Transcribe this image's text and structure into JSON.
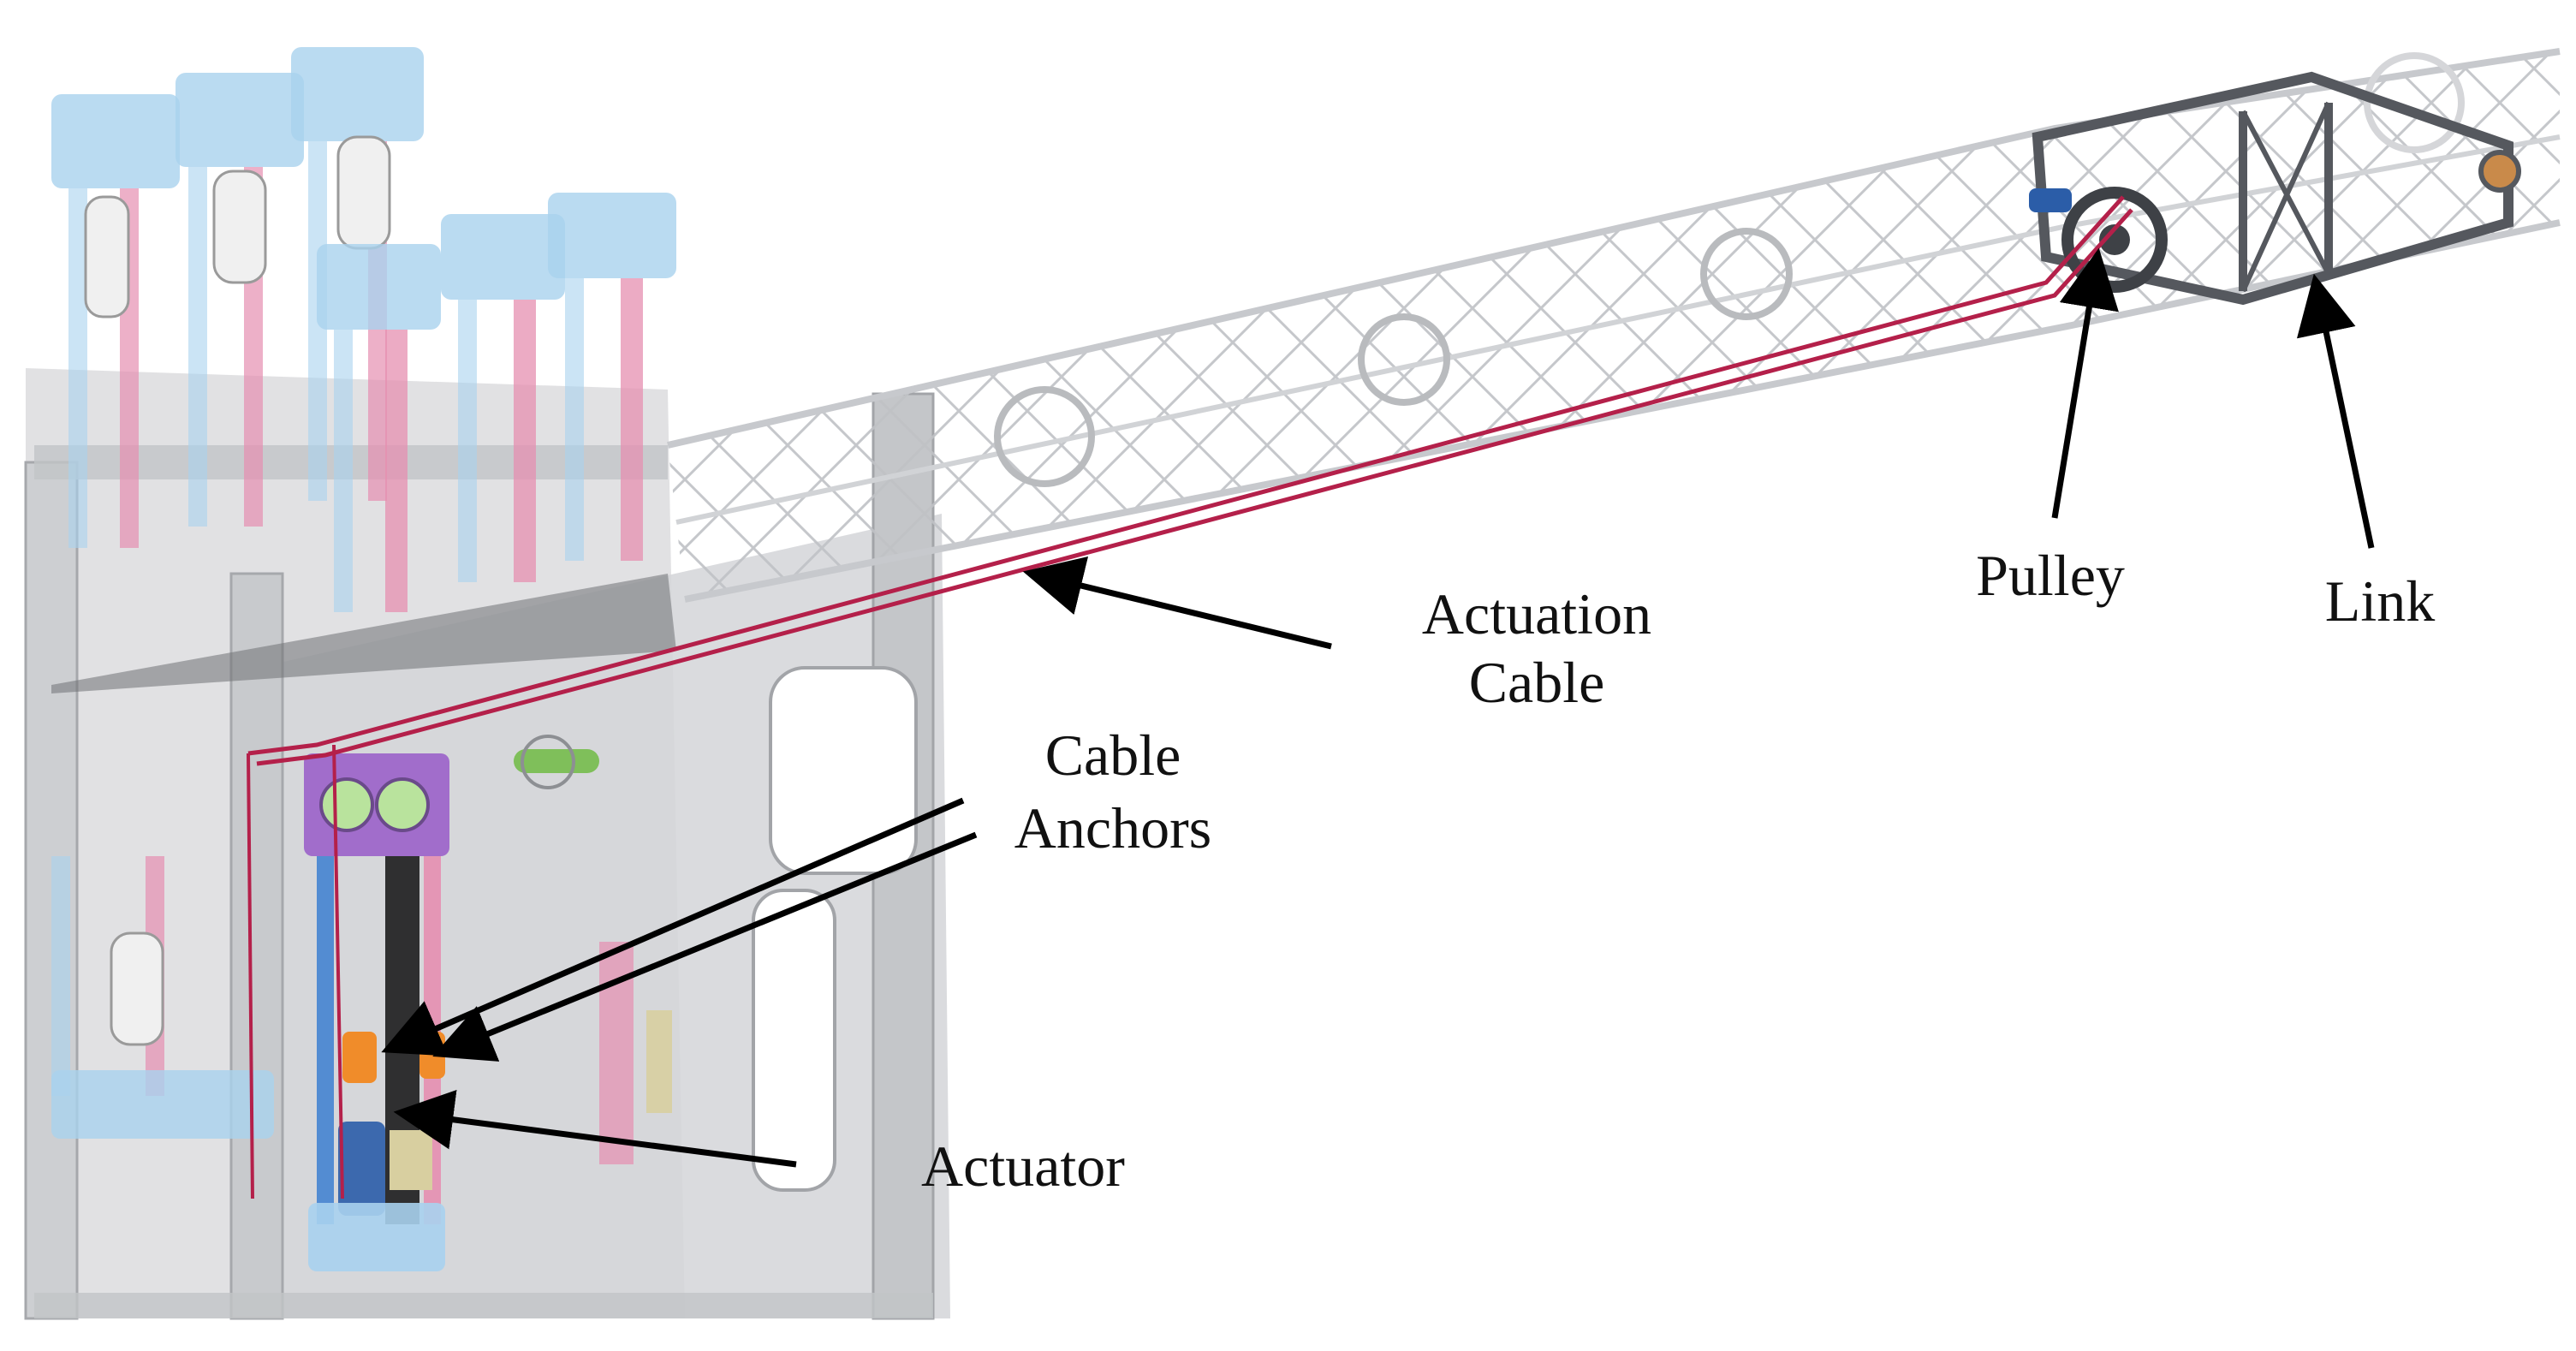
{
  "colors": {
    "background": "#ffffff",
    "frame_gray": "#c9c9cb",
    "frame_dark": "#8d8f93",
    "module_blue": "#a9d2ee",
    "rail_pink": "#e58fb0",
    "cable_red": "#b4204a",
    "anchor_purple": "#9b62c9",
    "green_shaft": "#7fbf5a",
    "link_dark": "#55585e",
    "arrow_black": "#000000"
  },
  "labels": {
    "actuation_cable_line1": "Actuation",
    "actuation_cable_line2": "Cable",
    "cable_anchors_line1": "Cable",
    "cable_anchors_line2": "Anchors",
    "actuator": "Actuator",
    "pulley": "Pulley",
    "link": "Link"
  }
}
